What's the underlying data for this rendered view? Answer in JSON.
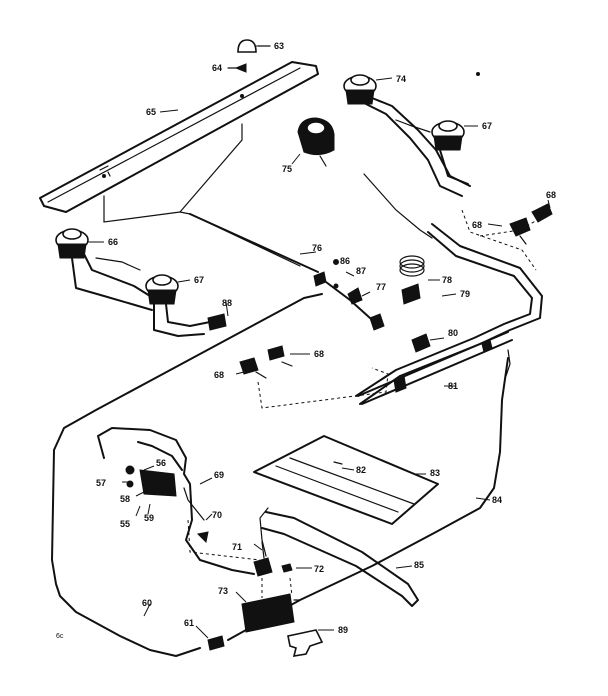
{
  "callouts": [
    {
      "id": "63",
      "text": "63"
    },
    {
      "id": "64",
      "text": "64"
    },
    {
      "id": "65",
      "text": "65"
    },
    {
      "id": "74",
      "text": "74"
    },
    {
      "id": "67a",
      "text": "67"
    },
    {
      "id": "75",
      "text": "75"
    },
    {
      "id": "68a",
      "text": "68"
    },
    {
      "id": "68b",
      "text": "68"
    },
    {
      "id": "66",
      "text": "66"
    },
    {
      "id": "67b",
      "text": "67"
    },
    {
      "id": "76",
      "text": "76"
    },
    {
      "id": "86",
      "text": "86"
    },
    {
      "id": "87",
      "text": "87"
    },
    {
      "id": "77",
      "text": "77"
    },
    {
      "id": "78",
      "text": "78"
    },
    {
      "id": "79",
      "text": "79"
    },
    {
      "id": "88",
      "text": "88"
    },
    {
      "id": "80",
      "text": "80"
    },
    {
      "id": "68c",
      "text": "68"
    },
    {
      "id": "68d",
      "text": "68"
    },
    {
      "id": "81",
      "text": "81"
    },
    {
      "id": "82",
      "text": "82"
    },
    {
      "id": "83",
      "text": "83"
    },
    {
      "id": "84",
      "text": "84"
    },
    {
      "id": "56",
      "text": "56"
    },
    {
      "id": "69",
      "text": "69"
    },
    {
      "id": "57",
      "text": "57"
    },
    {
      "id": "58",
      "text": "58"
    },
    {
      "id": "55",
      "text": "55"
    },
    {
      "id": "59",
      "text": "59"
    },
    {
      "id": "70",
      "text": "70"
    },
    {
      "id": "71",
      "text": "71"
    },
    {
      "id": "72",
      "text": "72"
    },
    {
      "id": "85",
      "text": "85"
    },
    {
      "id": "73",
      "text": "73"
    },
    {
      "id": "60",
      "text": "60"
    },
    {
      "id": "61",
      "text": "61"
    },
    {
      "id": "89",
      "text": "89"
    }
  ],
  "corner_mark": "6c"
}
